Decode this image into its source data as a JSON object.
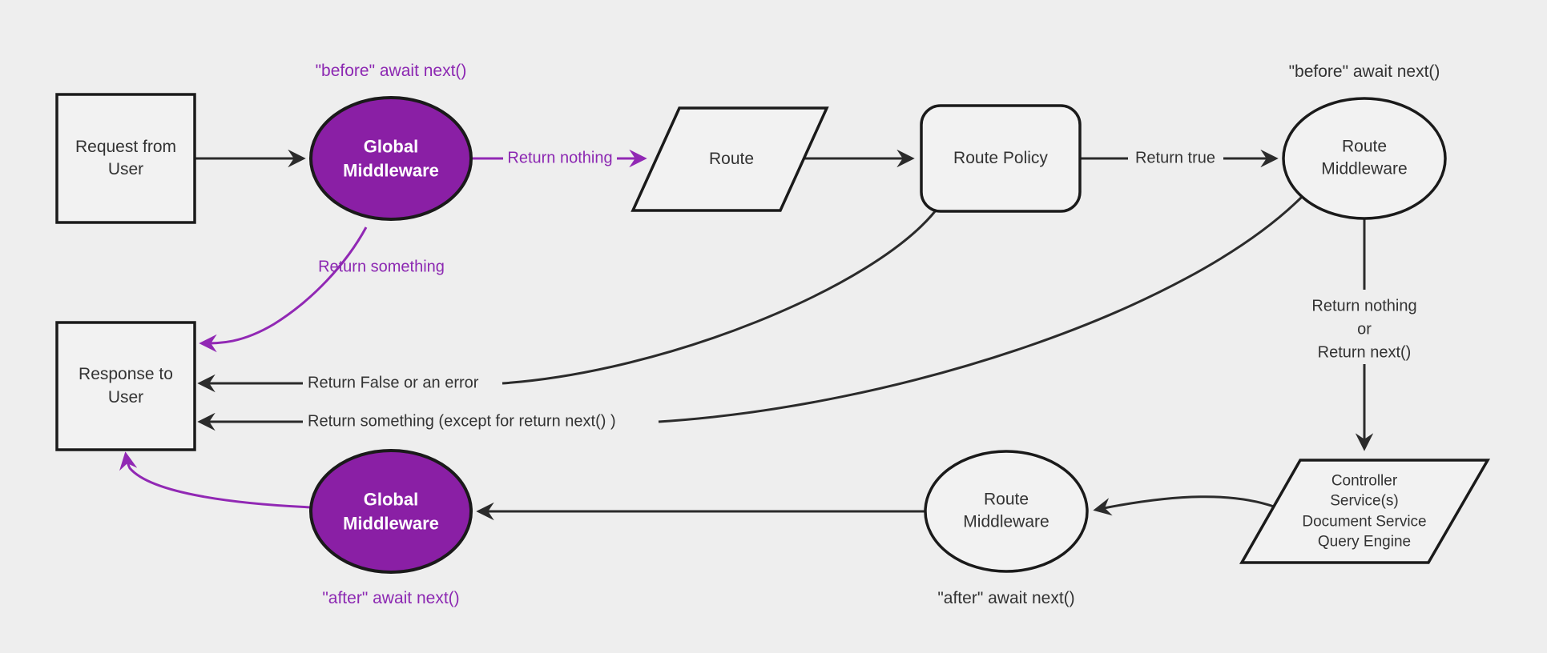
{
  "colors": {
    "background": "#eeeeee",
    "node_fill": "#f2f2f2",
    "node_border": "#1a1a1a",
    "purple_fill": "#8a1fa5",
    "purple_edge": "#9128b4",
    "purple_label": "#8c28b2",
    "dark_edge": "#2b2b2b",
    "text": "#333333",
    "white_text": "#ffffff"
  },
  "nodes": {
    "request": {
      "label": "Request from User"
    },
    "global_middleware_top": {
      "label": "Global Middleware"
    },
    "route": {
      "label": "Route"
    },
    "route_policy": {
      "label": "Route Policy"
    },
    "route_middleware_top": {
      "label": "Route Middleware"
    },
    "controller": {
      "lines": [
        "Controller",
        "Service(s)",
        "Document Service",
        "Query Engine"
      ]
    },
    "route_middleware_bottom": {
      "label": "Route Middleware"
    },
    "global_middleware_bottom": {
      "label": "Global Middleware"
    },
    "response": {
      "label": "Response to User"
    }
  },
  "edge_labels": {
    "return_nothing_top": "Return nothing",
    "return_true": "Return true",
    "return_nothing_or": [
      "Return nothing",
      "or",
      "Return next()"
    ],
    "return_something": "Return something",
    "return_false_or_error": "Return False or an error",
    "return_something_except": "Return something (except for return next() )"
  },
  "annotations": {
    "before_left": "\"before\" await next()",
    "before_right": "\"before\" await next()",
    "after_left": "\"after\" await next()",
    "after_right": "\"after\" await next()"
  }
}
